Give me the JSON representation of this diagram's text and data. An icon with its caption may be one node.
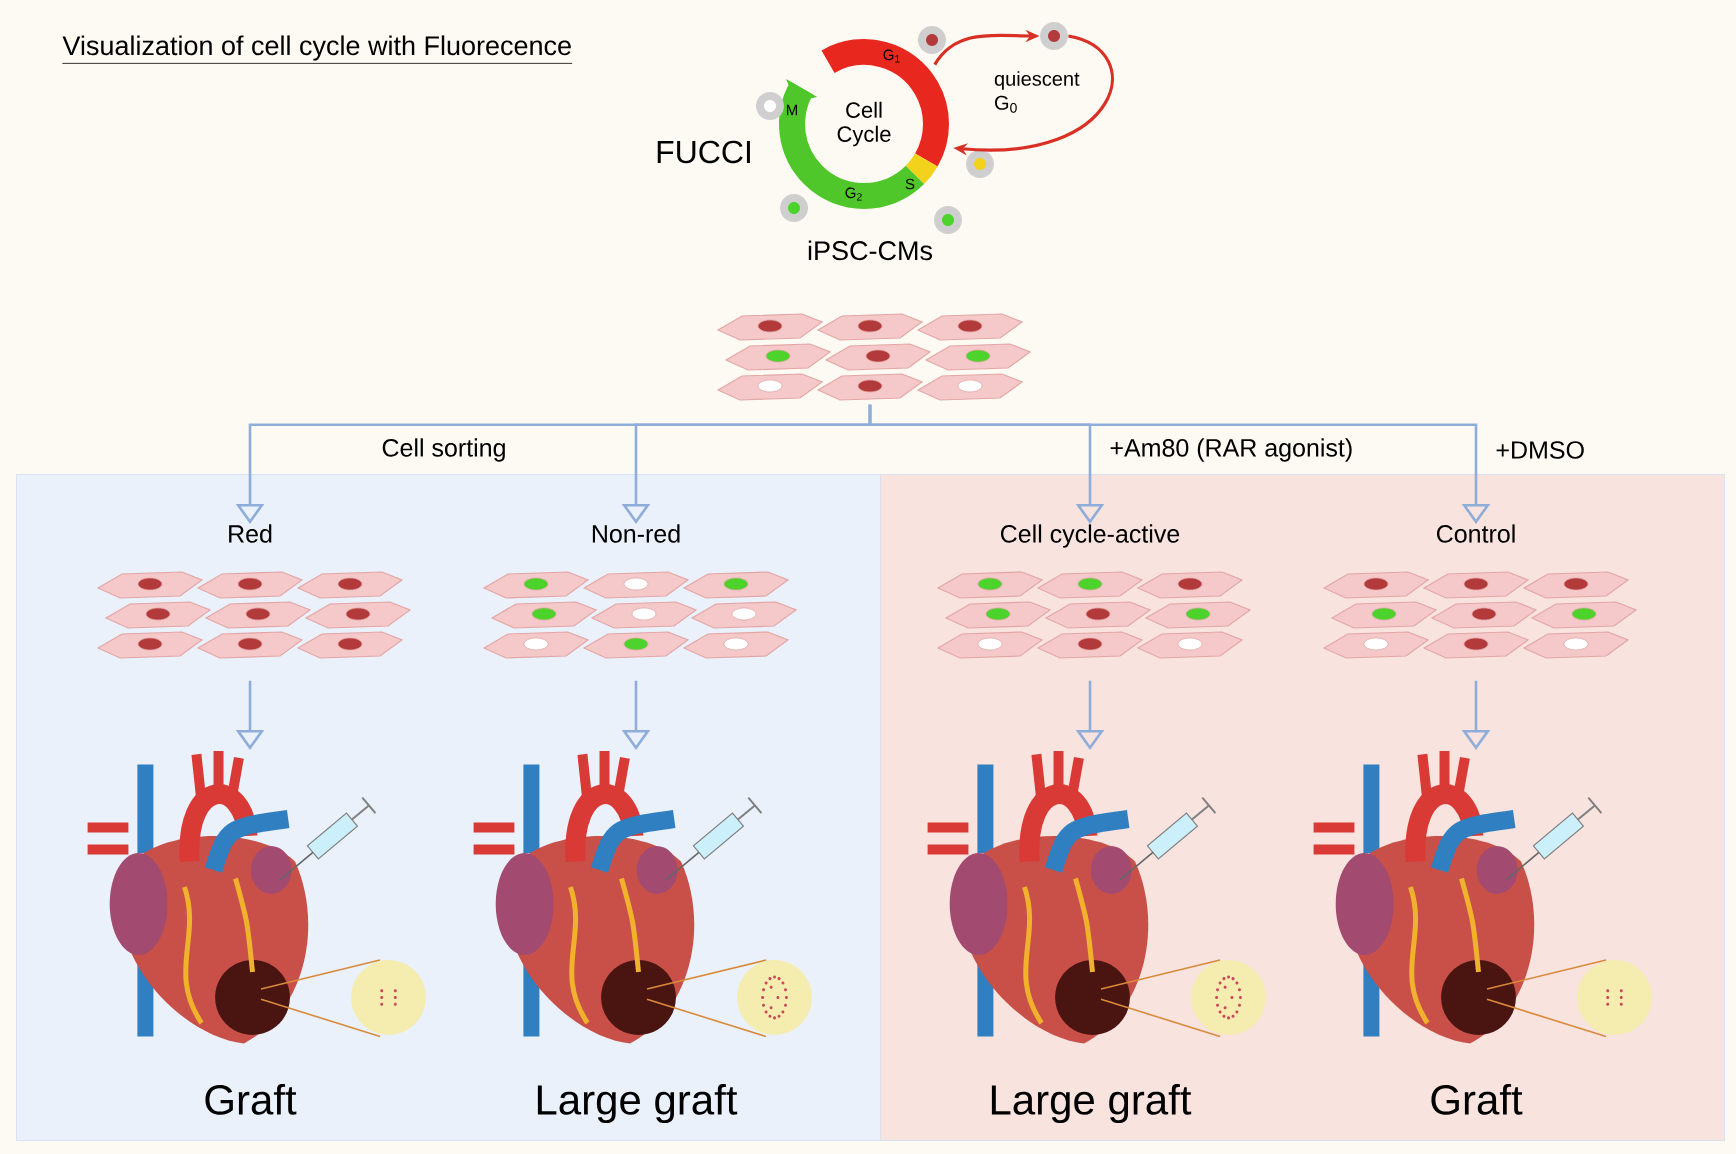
{
  "diagram": {
    "title": "Visualization of cell cycle with Fluorecence",
    "nodes": [
      {
        "text": [
          "Cell Cycle"
        ]
      },
      {
        "text": [],
        "shape": "circle"
      },
      {
        "text": [
          "iPSC-CMs"
        ]
      },
      {
        "text": [],
        "shape": "box"
      },
      {
        "text": [
          "Red"
        ],
        "in": 3
      },
      {
        "text": [
          "Non-red"
        ],
        "in": 3
      },
      {
        "text": [
          "Graft"
        ],
        "in": 3
      },
      {
        "text": [
          "Large graft"
        ],
        "in": 3
      },
      {
        "text": [],
        "shape": "box"
      },
      {
        "text": [
          "Cell cycle-active"
        ],
        "in": 8
      },
      {
        "text": [
          "Control"
        ],
        "in": 8
      },
      {
        "text": [
          "Large graft"
        ],
        "in": 8
      },
      {
        "text": [
          "Graft"
        ],
        "in": 8
      }
    ],
    "edges": [
      {
        "from": 0,
        "to": 1,
        "arrow": "to",
        "color": "#d93025"
      },
      {
        "from": 1,
        "to": 0,
        "arrow": "to",
        "color": "#d93025"
      },
      {
        "from": 2,
        "to": 4,
        "arrow": "to",
        "label": "Cell sorting"
      },
      {
        "from": 2,
        "to": 5,
        "arrow": "to"
      },
      {
        "from": 2,
        "to": 9,
        "arrow": "to",
        "label": "+Am80 (RAR agonist)"
      },
      {
        "from": 2,
        "to": 10,
        "arrow": "to",
        "label": "+DMSO"
      },
      {
        "from": 4,
        "to": 6,
        "arrow": "to"
      },
      {
        "from": 5,
        "to": 7,
        "arrow": "to"
      },
      {
        "from": 9,
        "to": 11,
        "arrow": "to"
      },
      {
        "from": 10,
        "to": 12,
        "arrow": "to"
      }
    ],
    "labels": [
      "FUCCI",
      "G$_{1}$",
      "quiescent G$_{0}$",
      "M",
      "G$_{2}$",
      "S"
    ]
  }
}
